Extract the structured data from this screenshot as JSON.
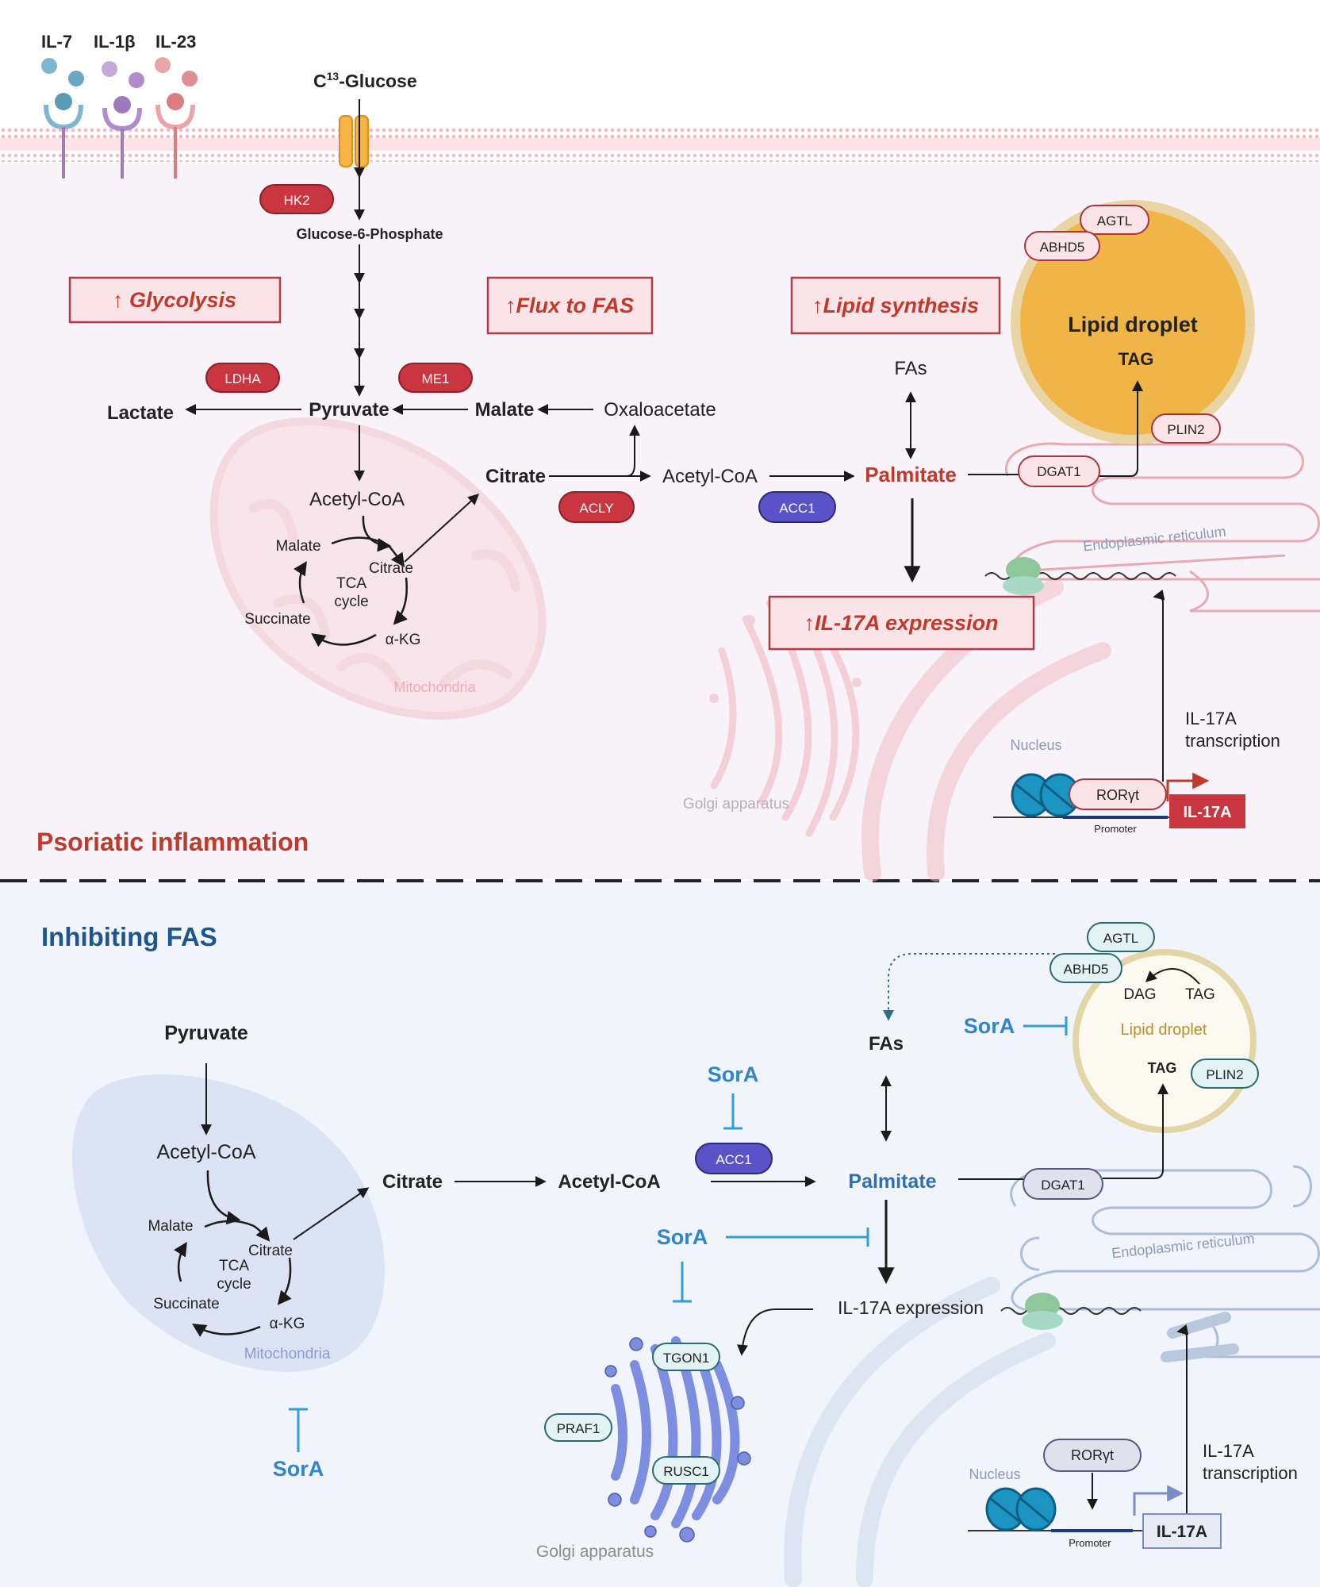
{
  "colors": {
    "red": "#c0392b",
    "pill_red": "#c9363f",
    "pill_blue": "#5a52c8",
    "pink_bg": "#f8f3f8",
    "blue_bg": "#f1f4fb",
    "sora_blue": "#2f86c9",
    "heading_blue": "#1d5591"
  },
  "top": {
    "cytokines": [
      "IL-7",
      "IL-1β",
      "IL-23"
    ],
    "glucose_label": "C",
    "glucose_sup": "13",
    "glucose_rest": "-Glucose",
    "hk2": "HK2",
    "g6p": "Glucose-6-Phosphate",
    "glycolysis": "↑ Glycolysis",
    "flux_fas": "↑Flux to FAS",
    "lipid_synthesis": "↑Lipid synthesis",
    "ldha": "LDHA",
    "me1": "ME1",
    "lactate": "Lactate",
    "pyruvate": "Pyruvate",
    "malate": "Malate",
    "oxaloacetate": "Oxaloacetate",
    "citrate": "Citrate",
    "acly": "ACLY",
    "acetyl_coa_cyto": "Acetyl-CoA",
    "acc1": "ACC1",
    "palmitate": "Palmitate",
    "fas": "FAs",
    "dgat1": "DGAT1",
    "plin2": "PLIN2",
    "abhd5": "ABHD5",
    "agtl": "AGTL",
    "lipid_droplet": "Lipid droplet",
    "tag": "TAG",
    "er": "Endoplasmic reticulum",
    "il17a_expr": "↑IL-17A expression",
    "acetyl_coa_mito": "Acetyl-CoA",
    "tca_malate": "Malate",
    "tca_citrate": "Citrate",
    "tca_cycle_1": "TCA",
    "tca_cycle_2": "cycle",
    "tca_succinate": "Succinate",
    "tca_akg": "α-KG",
    "mitochondria": "Mitochondria",
    "golgi": "Golgi apparatus",
    "nucleus": "Nucleus",
    "transcription_1": "IL-17A",
    "transcription_2": "transcription",
    "rorgt": "RORγt",
    "promoter": "Promoter",
    "il17a_gene": "IL-17A",
    "section_title": "Psoriatic inflammation"
  },
  "bottom": {
    "section_title": "Inhibiting FAS",
    "pyruvate": "Pyruvate",
    "acetyl_coa_mito": "Acetyl-CoA",
    "tca_malate": "Malate",
    "tca_citrate": "Citrate",
    "tca_cycle_1": "TCA",
    "tca_cycle_2": "cycle",
    "tca_succinate": "Succinate",
    "tca_akg": "α-KG",
    "mitochondria": "Mitochondria",
    "sora": "SorA",
    "citrate": "Citrate",
    "acetyl_coa": "Acetyl-CoA",
    "acc1": "ACC1",
    "palmitate": "Palmitate",
    "fas": "FAs",
    "il17a_expr": "IL-17A expression",
    "tgon1": "TGON1",
    "praf1": "PRAF1",
    "rusc1": "RUSC1",
    "golgi": "Golgi apparatus",
    "dgat1": "DGAT1",
    "plin2": "PLIN2",
    "abhd5": "ABHD5",
    "agtl": "AGTL",
    "dag": "DAG",
    "tag_1": "TAG",
    "tag_2": "TAG",
    "lipid_droplet": "Lipid droplet",
    "er": "Endoplasmic reticulum",
    "nucleus": "Nucleus",
    "rorgt": "RORγt",
    "promoter": "Promoter",
    "il17a_gene": "IL-17A",
    "transcription_1": "IL-17A",
    "transcription_2": "transcription"
  }
}
